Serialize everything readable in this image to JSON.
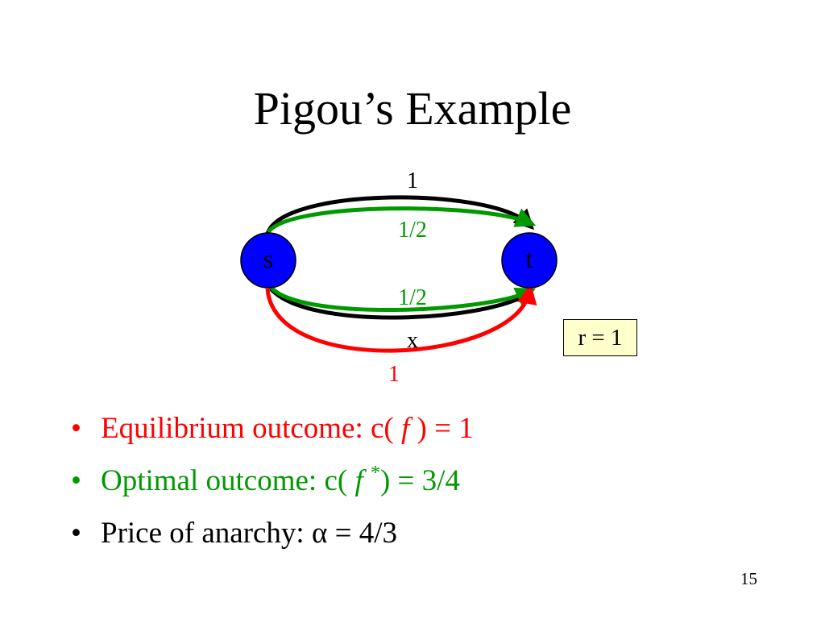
{
  "slide": {
    "title": "Pigou’s Example",
    "page_number": "15"
  },
  "network": {
    "source_label": "s",
    "target_label": "t",
    "top_edge_cost": "1",
    "top_edge_flow": "1/2",
    "bottom_edge_flow": "1/2",
    "bottom_edge_cost": "x",
    "equilibrium_flow": "1",
    "rate_label": "r = 1",
    "colors": {
      "node_fill": "#0000ff",
      "edge": "#000000",
      "optimal_flow": "#009900",
      "equilibrium_flow": "#ff0000",
      "rate_box_fill": "#ffffcc"
    }
  },
  "bullets": {
    "marker": "•",
    "equilibrium": {
      "prefix": "Equilibrium outcome: c(",
      "f": "f",
      "suffix": ") = 1"
    },
    "optimal": {
      "prefix": "Optimal outcome: c(",
      "f": "f",
      "star": "*",
      "suffix": ") = 3/4"
    },
    "anarchy": {
      "prefix": "Price of anarchy: ",
      "alpha": "α",
      "suffix": " = 4/3"
    }
  }
}
